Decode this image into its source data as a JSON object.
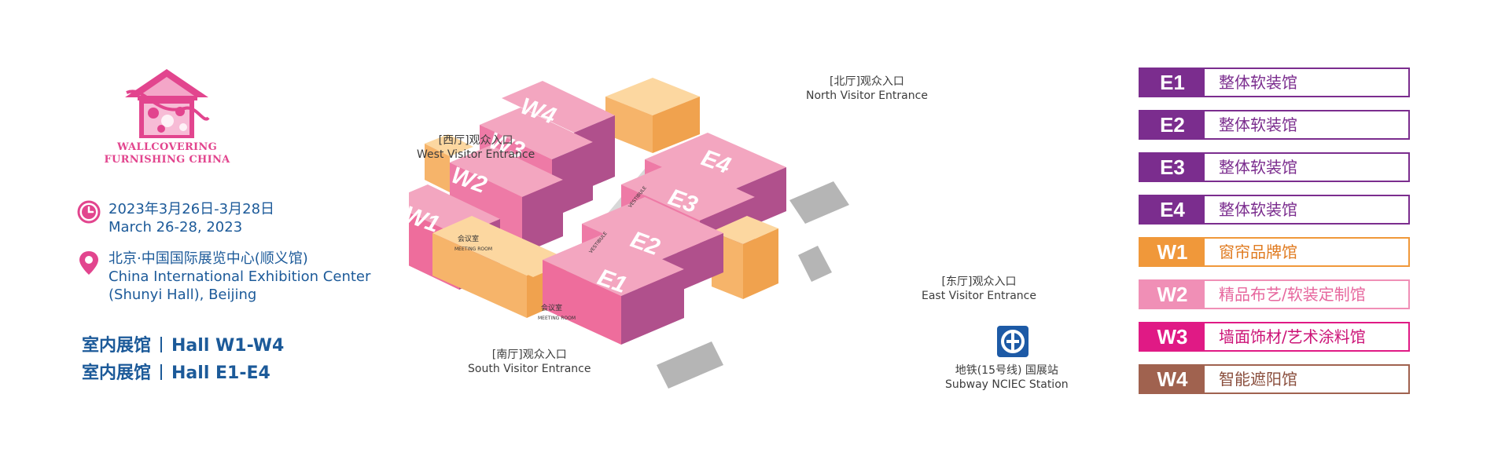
{
  "logo": {
    "line1": "WALLCOVERING",
    "line2": "FURNISHING CHINA",
    "color": "#e2458e"
  },
  "info": {
    "date_cn": "2023年3月26日-3月28日",
    "date_en": "March 26-28, 2023",
    "venue_cn": "北京·中国国际展览中心(顺义馆)",
    "venue_en_1": "China International Exhibition Center",
    "venue_en_2": "(Shunyi Hall), Beijing",
    "date_icon": "clock-icon",
    "venue_icon": "location-pin-icon"
  },
  "halls_summary": [
    {
      "cn": "室内展馆",
      "en": "Hall W1-W4"
    },
    {
      "cn": "室内展馆",
      "en": "Hall E1-E4"
    }
  ],
  "map": {
    "halls": [
      "W4",
      "W3",
      "W2",
      "W1",
      "E4",
      "E3",
      "E2",
      "E1"
    ],
    "meeting_room_cn": "会议室",
    "meeting_room_en": "MEETING ROOM",
    "vestibule": "VESTIBULE",
    "entrances": {
      "north": {
        "cn": "[北厅]观众入口",
        "en": "North Visitor Entrance"
      },
      "west": {
        "cn": "[西厅]观众入口",
        "en": "West Visitor Entrance"
      },
      "east": {
        "cn": "[东厅]观众入口",
        "en": "East Visitor Entrance"
      },
      "south": {
        "cn": "[南厅]观众入口",
        "en": "South Visitor Entrance"
      }
    },
    "subway": {
      "cn": "地铁(15号线) 国展站",
      "en": "Subway NCIEC Station",
      "icon": "subway-icon",
      "color": "#1d5aa6"
    }
  },
  "legend": [
    {
      "code": "E1",
      "name": "整体软装馆",
      "color": "#7b2d8e",
      "text_color": "#7b2d8e"
    },
    {
      "code": "E2",
      "name": "整体软装馆",
      "color": "#7b2d8e",
      "text_color": "#7b2d8e"
    },
    {
      "code": "E3",
      "name": "整体软装馆",
      "color": "#7b2d8e",
      "text_color": "#7b2d8e"
    },
    {
      "code": "E4",
      "name": "整体软装馆",
      "color": "#7b2d8e",
      "text_color": "#7b2d8e"
    },
    {
      "code": "W1",
      "name": "窗帘品牌馆",
      "color": "#f0983a",
      "text_color": "#e07b20"
    },
    {
      "code": "W2",
      "name": "精品布艺/软装定制馆",
      "color": "#f08fb6",
      "text_color": "#e7679e"
    },
    {
      "code": "W3",
      "name": "墙面饰材/艺术涂料馆",
      "color": "#e01a85",
      "text_color": "#cc1377"
    },
    {
      "code": "W4",
      "name": "智能遮阳馆",
      "color": "#a0624f",
      "text_color": "#8a4e3d"
    }
  ]
}
